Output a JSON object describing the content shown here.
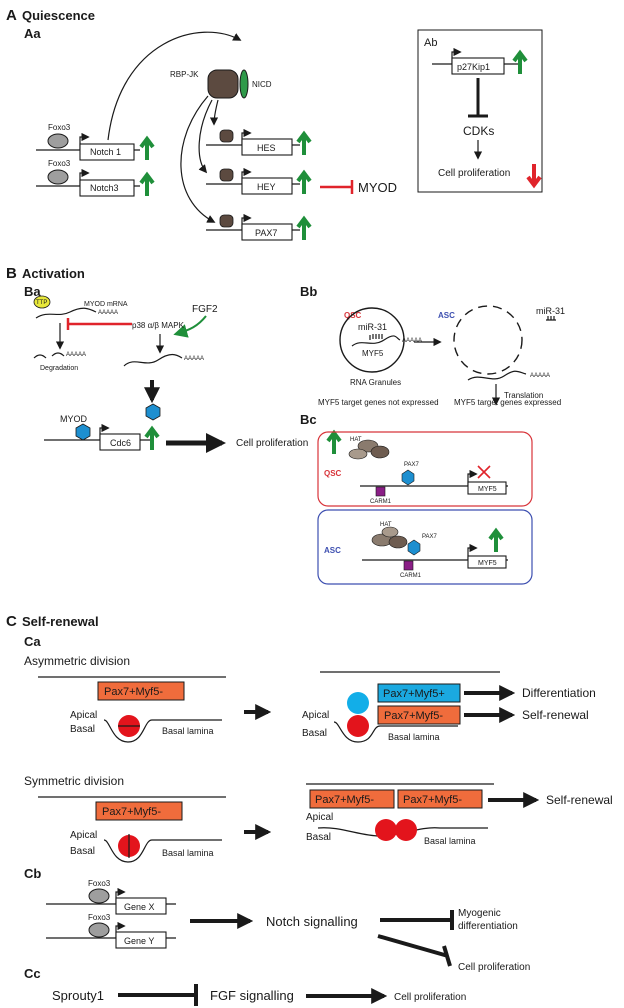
{
  "colors": {
    "up_arrow": "#1f8f3a",
    "down_arrow": "#e0242b",
    "inhibit": "#e0242b",
    "orange_box": "#f06c3c",
    "blue_box": "#1ba9e0",
    "red_cell": "#e3141c",
    "blue_cell": "#12aee8",
    "hexagon": "#1d8fd0",
    "carm1": "#8a1e86",
    "ttp": "#e8e83a",
    "foxo3": "#9e9e9e",
    "rbpjk": "#5c4a40",
    "nicd": "#2f9a4a",
    "qsc_border": "#d8343a",
    "asc_border": "#3d4fb0"
  },
  "sectionA": {
    "letter": "A",
    "title": "Quiescence",
    "sub_aa": "Aa",
    "sub_ab": "Ab",
    "rbpjk": "RBP-JK",
    "nicd": "NICD",
    "foxo3_1": "Foxo3",
    "foxo3_2": "Foxo3",
    "notch1": "Notch 1",
    "notch3": "Notch3",
    "hes": "HES",
    "hey": "HEY",
    "pax7": "PAX7",
    "myod": "MYOD",
    "p27": "p27Kip1",
    "cdks": "CDKs",
    "cell_prolif": "Cell proliferation"
  },
  "sectionB": {
    "letter": "B",
    "title": "Activation",
    "sub_ba": "Ba",
    "sub_bb": "Bb",
    "sub_bc": "Bc",
    "ttp": "TTP",
    "myod_mrna": "MYOD mRNA",
    "fgf2": "FGF2",
    "p38": "p38 α/β MAPK",
    "degradation": "Degradation",
    "myod": "MYOD",
    "cdc6": "Cdc6",
    "cell_prolif": "Cell proliferation",
    "qsc": "QSC",
    "asc": "ASC",
    "mir31_granule": "miR-31",
    "mir31_free": "miR-31",
    "myf5": "MYF5",
    "rna_granules": "RNA Granules",
    "translation": "Translation",
    "not_expressed": "MYF5 target genes not expressed",
    "expressed": "MYF5 target genes expressed",
    "bc_qsc": "QSC",
    "bc_asc": "ASC",
    "hat_1": "HAT",
    "hat_2": "HAT",
    "pax7_1": "PAX7",
    "pax7_2": "PAX7",
    "carm1_1": "CARM1",
    "carm1_2": "CARM1",
    "myf5_1": "MYF5",
    "myf5_2": "MYF5",
    "polya": "AAAAA"
  },
  "sectionC": {
    "letter": "C",
    "title": "Self-renewal",
    "sub_ca": "Ca",
    "sub_cb": "Cb",
    "sub_cc": "Cc",
    "asym_title": "Asymmetric division",
    "sym_title": "Symmetric division",
    "pax7_myf5_neg": "Pax7+Myf5-",
    "pax7_myf5_pos": "Pax7+Myf5+",
    "apical": "Apical",
    "basal": "Basal",
    "basal_lamina": "Basal lamina",
    "differentiation": "Differentiation",
    "self_renewal": "Self-renewal",
    "foxo3_1": "Foxo3",
    "foxo3_2": "Foxo3",
    "gene_x": "Gene X",
    "gene_y": "Gene Y",
    "notch_signalling": "Notch signalling",
    "myogenic_1": "Myogenic",
    "myogenic_2": "differentiation",
    "cell_prolif": "Cell proliferation",
    "sprouty1": "Sprouty1",
    "fgf_signalling": "FGF signalling",
    "cell_prolif_cc": "Cell proliferation"
  }
}
